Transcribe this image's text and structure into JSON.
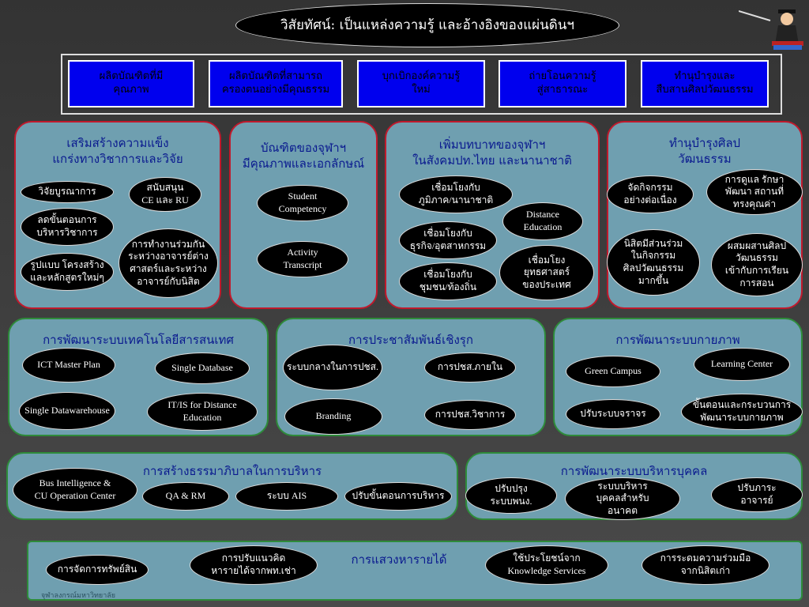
{
  "vision": "วิสัยทัศน์: เป็นแหล่งความรู้ และอ้างอิงของแผ่นดินฯ",
  "goals": [
    "ผลิตบัณฑิตที่มี\nคุณภาพ",
    "ผลิตบัณฑิตที่สามารถ\nครองตนอย่างมีคุณธรรม",
    "บุกเบิกองค์ความรู้\nใหม่",
    "ถ่ายโอนความรู้\nสู่สาธารณะ",
    "ทำนุบำรุงและ\nสืบสานศิลปวัฒนธรรม"
  ],
  "panels": {
    "academic": {
      "title": "เสริมสร้างความแข็ง\nแกร่งทางวิชาการและวิจัย",
      "items": [
        "วิจัยบูรณาการ",
        "สนับสนุน\nCE และ RU",
        "ลดขั้นตอนการ\nบริหารวิชาการ",
        "การทำงานร่วมกัน\nระหว่างอาจารย์ต่าง\nศาสตร์และระหว่าง\nอาจารย์กับนิสิต",
        "รูปแบบ โครงสร้าง\nและหลักสูตรใหม่ๆ"
      ]
    },
    "graduates": {
      "title": "บัณฑิตของจุฬาฯ\nมีคุณภาพและเอกลักษณ์",
      "items": [
        "Student\nCompetency",
        "Activity\nTranscript"
      ]
    },
    "role": {
      "title": "เพิ่มบทบาทของจุฬาฯ\nในสังคมปท.ไทย และนานาชาติ",
      "items": [
        "เชื่อมโยงกับ\nภูมิภาค/นานาชาติ",
        "Distance\nEducation",
        "เชื่อมโยงกับ\nธุรกิจ/อุตสาหกรรม",
        "เชื่อมโยง\nยุทธศาสตร์\nของประเทศ",
        "เชื่อมโยงกับ\nชุมชน/ท้องถิ่น"
      ]
    },
    "culture": {
      "title": "ทำนุบำรุงศิลป\nวัฒนธรรม",
      "items": [
        "จัดกิจกรรม\nอย่างต่อเนื่อง",
        "การดูแล รักษา\nพัฒนา สถานที่\nทรงคุณค่า",
        "นิสิตมีส่วนร่วม\nในกิจกรรม\nศิลปวัฒนธรรม\nมากขึ้น",
        "ผสมผสานศิลป\nวัฒนธรรม\nเข้ากับการเรียน\nการสอน"
      ]
    },
    "it": {
      "title": "การพัฒนาระบบเทคโนโลยีสารสนเทศ",
      "items": [
        "ICT Master Plan",
        "Single Database",
        "Single Datawarehouse",
        "IT/IS for Distance\nEducation"
      ]
    },
    "pr": {
      "title": "การประชาสัมพันธ์เชิงรุก",
      "items": [
        "ระบบกลางในการปชส.",
        "การปชส.ภายใน",
        "Branding",
        "การปชส.วิชาการ"
      ]
    },
    "physical": {
      "title": "การพัฒนาระบบกายภาพ",
      "items": [
        "Learning Center",
        "Green Campus",
        "ปรับระบบจราจร",
        "ขั้นตอนและกระบวนการ\nพัฒนาระบบกายภาพ"
      ]
    },
    "governance": {
      "title": "การสร้างธรรมาภิบาลในการบริหาร",
      "items": [
        "Bus Intelligence &\nCU Operation Center",
        "QA & RM",
        "ระบบ AIS",
        "ปรับขั้นตอนการบริหาร"
      ]
    },
    "hr": {
      "title": "การพัฒนาระบบบริหารบุคคล",
      "items": [
        "ปรับปรุง\nระบบพนง.",
        "ระบบบริหาร\nบุคคลสำหรับ\nอนาคต",
        "ปรับภาระ\nอาจารย์"
      ]
    },
    "income": {
      "title": "การแสวงหารายได้",
      "items": [
        "การจัดการทรัพย์สิน",
        "การปรับแนวคิด\nหารายได้จากพท.เช่า",
        "ใช้ประโยชน์จาก\nKnowledge Services",
        "การระดมความร่วมมือ\nจากนิสิตเก่า"
      ]
    }
  },
  "footer": "จุฬาลงกรณ์มหาวิทยาลัย",
  "colors": {
    "panel": "#6f9fb0",
    "red_border": "#c0192c",
    "green_border": "#2e8b3a",
    "goal_box": "#0000ee",
    "title_text": "#0a1a8f"
  },
  "icons": {
    "mascot": "graduate-professor-icon"
  }
}
